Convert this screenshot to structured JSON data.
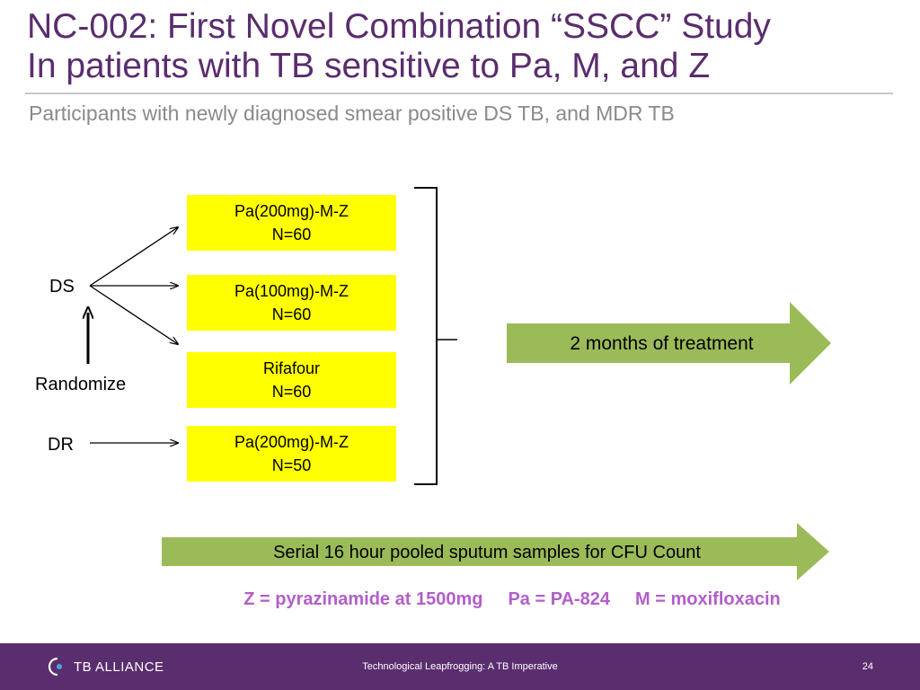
{
  "slide": {
    "title_line1": "NC-002:  First Novel Combination “SSCC” Study",
    "title_line2": "In patients with TB sensitive to Pa, M, and Z",
    "subtitle": "Participants with newly diagnosed smear positive DS TB, and MDR TB"
  },
  "groups": {
    "ds": "DS",
    "randomize": "Randomize",
    "dr": "DR"
  },
  "arms": [
    {
      "regimen": "Pa(200mg)-M-Z",
      "n": "N=60"
    },
    {
      "regimen": "Pa(100mg)-M-Z",
      "n": "N=60"
    },
    {
      "regimen": "Rifafour",
      "n": "N=60"
    },
    {
      "regimen": "Pa(200mg)-M-Z",
      "n": "N=50"
    }
  ],
  "treatment": "2 months of treatment",
  "sputum": "Serial 16 hour pooled sputum samples for CFU Count",
  "legend": {
    "z": "Z = pyrazinamide at 1500mg",
    "pa": "Pa = PA-824",
    "m": "M = moxifloxacin"
  },
  "footer": {
    "logo": "TB ALLIANCE",
    "center_text": "Technological Leapfrogging:  A TB Imperative",
    "page_number": "24"
  },
  "colors": {
    "title": "#5a2d6e",
    "arm_fill": "#ffff00",
    "arrow_fill": "#9bbb59",
    "legend_text": "#b25ec9",
    "footer_bg": "#5a2d6e"
  }
}
